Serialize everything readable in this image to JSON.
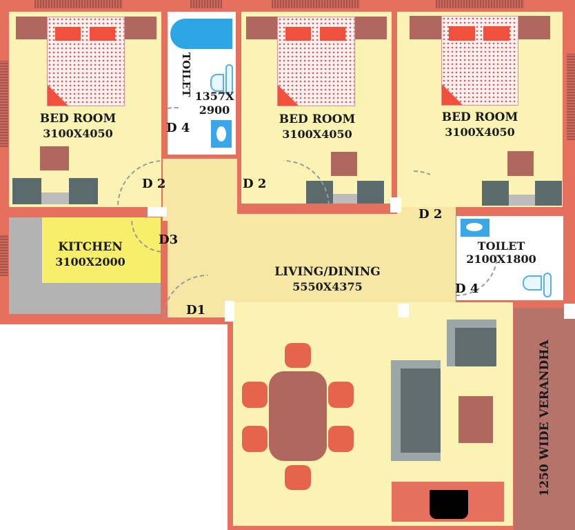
{
  "floor_plan": {
    "rooms": [
      {
        "id": "bedroom-1",
        "name": "BED ROOM",
        "dimensions": "3100X4050"
      },
      {
        "id": "toilet-1",
        "name": "TOILET",
        "dimensions_line1": "1357X",
        "dimensions_line2": "2900"
      },
      {
        "id": "bedroom-2",
        "name": "BED ROOM",
        "dimensions": "3100X4050"
      },
      {
        "id": "bedroom-3",
        "name": "BED ROOM",
        "dimensions": "3100X4050"
      },
      {
        "id": "kitchen",
        "name": "KITCHEN",
        "dimensions": "3100X2000"
      },
      {
        "id": "living-dining",
        "name": "LIVING/DINING",
        "dimensions": "5550X4375"
      },
      {
        "id": "toilet-2",
        "name": "TOILET",
        "dimensions": "2100X1800"
      },
      {
        "id": "verandah",
        "name": "1250 WIDE VERANDHA"
      }
    ],
    "doors": {
      "bedroom1": "D 2",
      "bedroom2": "D 2",
      "bedroom3": "D 2",
      "toilet1": "D 4",
      "toilet2": "D 4",
      "kitchen": "D3",
      "entry": "D1"
    },
    "colors": {
      "wall": "#e5705d",
      "floor": "#faf3b4",
      "kitchen_floor": "#f7ee6a",
      "counter": "#b3b3b3",
      "bed_accent": "#f0503c",
      "furniture_brown": "#b0675e",
      "furniture_gray": "#5b6a6d",
      "sanitary_blue": "#2ea6e6",
      "verandah": "#b5736a"
    }
  }
}
